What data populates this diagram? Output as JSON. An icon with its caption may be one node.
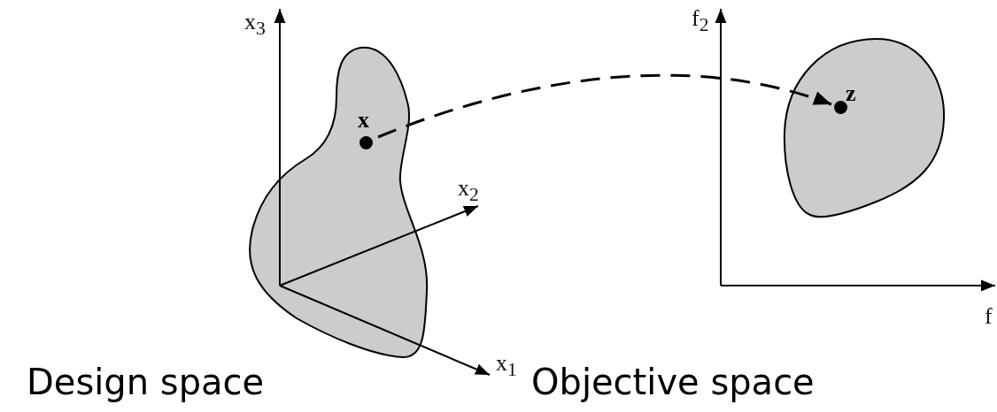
{
  "diagram": {
    "nodes": [
      {
        "text": [],
        "shape": "circle",
        "beside": [
          "x"
        ]
      },
      {
        "text": [],
        "shape": "circle",
        "beside": [
          "z"
        ]
      }
    ],
    "edges": [
      {
        "from": 0,
        "to": 1,
        "arrow": "to",
        "style": "dashed"
      }
    ],
    "labels": [
      "x$_{3}$",
      "f$_{2}$",
      "x$_{2}$",
      "f",
      "x$_{1}$",
      "Design space",
      "Objective space"
    ]
  }
}
